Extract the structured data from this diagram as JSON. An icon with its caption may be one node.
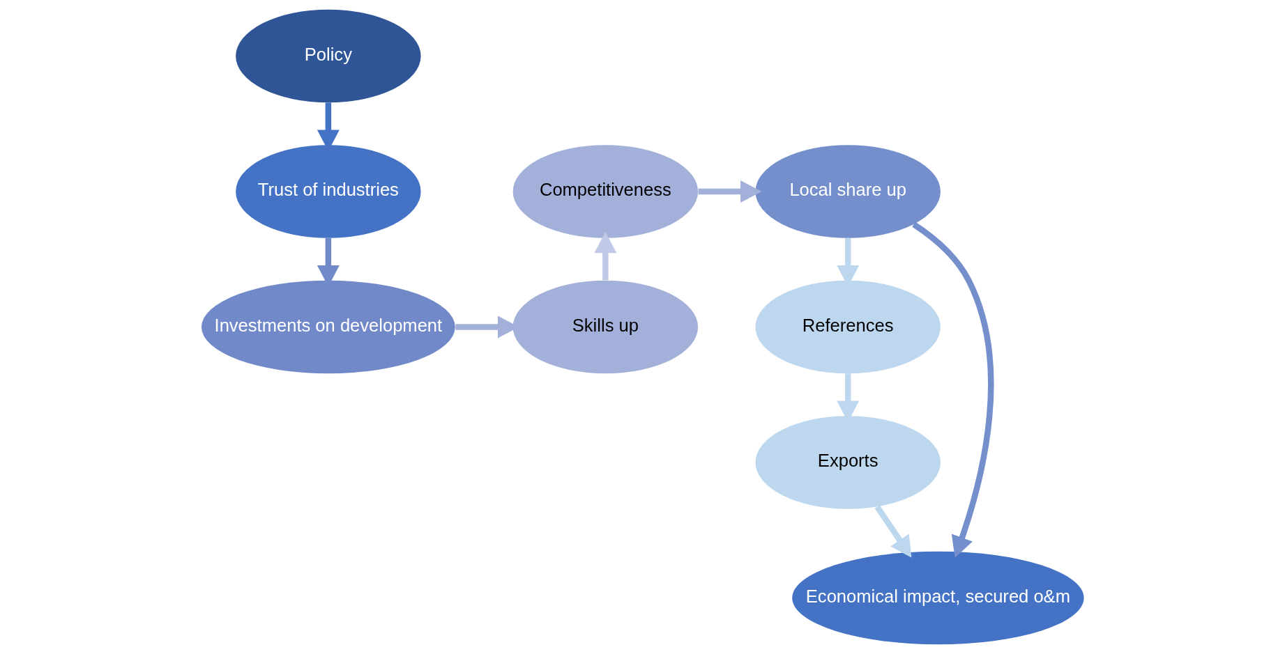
{
  "diagram": {
    "nodes": [
      {
        "text": [
          "Policy"
        ]
      },
      {
        "text": [
          "Trust of industries"
        ]
      },
      {
        "text": [
          "Investments on development"
        ]
      },
      {
        "text": [
          "Skills up"
        ]
      },
      {
        "text": [
          "Competitiveness"
        ]
      },
      {
        "text": [
          "Local share up"
        ]
      },
      {
        "text": [
          "References"
        ]
      },
      {
        "text": [
          "Exports"
        ]
      },
      {
        "text": [
          "Economical impact, secured o&m"
        ]
      }
    ],
    "edges": [
      {
        "from": 0,
        "to": 1,
        "arrow": "to",
        "color": "#4472c4"
      },
      {
        "from": 1,
        "to": 2,
        "arrow": "to",
        "color": "#7189c8"
      },
      {
        "from": 2,
        "to": 3,
        "arrow": "to",
        "color": "#a3b0d9"
      },
      {
        "from": 3,
        "to": 4,
        "arrow": "to",
        "color": "#c0cae6"
      },
      {
        "from": 4,
        "to": 5,
        "arrow": "to",
        "color": "#a3b0d9"
      },
      {
        "from": 5,
        "to": 6,
        "arrow": "to",
        "color": "#bdd7ee"
      },
      {
        "from": 6,
        "to": 7,
        "arrow": "to",
        "color": "#bdd7ee"
      },
      {
        "from": 7,
        "to": 8,
        "arrow": "to",
        "color": "#bdd7ee"
      },
      {
        "from": 5,
        "to": 8,
        "arrow": "to",
        "color": "#748fcb"
      }
    ]
  }
}
